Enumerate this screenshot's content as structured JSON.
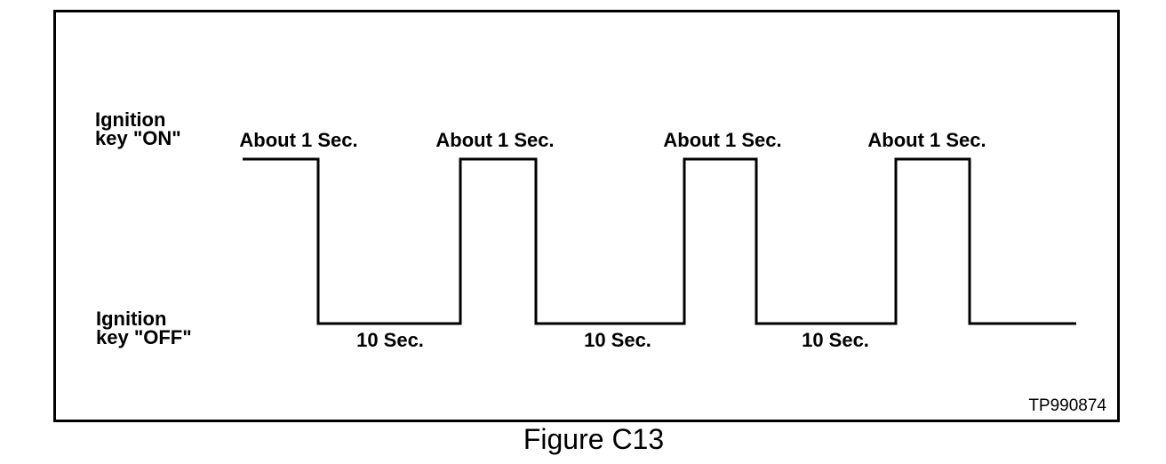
{
  "figure": {
    "caption": "Figure C13",
    "reference_code": "TP990874"
  },
  "signals": {
    "on": {
      "line1": "Ignition",
      "line2": "key \"ON\""
    },
    "off": {
      "line1": "Ignition",
      "line2": "key \"OFF\""
    }
  },
  "timing": {
    "on_label": "About 1 Sec.",
    "off_label": "10 Sec."
  },
  "waveform": {
    "type": "square_pulse_timing_diagram",
    "high_state": "Ignition key ON",
    "low_state": "Ignition key OFF",
    "on_duration_label": "About 1 Sec.",
    "off_duration_label": "10 Sec.",
    "pulse_count": 4,
    "labeled_off_intervals": 3,
    "sequence": [
      "ON: About 1 Sec.",
      "OFF: 10 Sec.",
      "ON: About 1 Sec.",
      "OFF: 10 Sec.",
      "ON: About 1 Sec.",
      "OFF: 10 Sec.",
      "ON: About 1 Sec.",
      "OFF: unlabeled"
    ],
    "line_color": "#000000"
  }
}
